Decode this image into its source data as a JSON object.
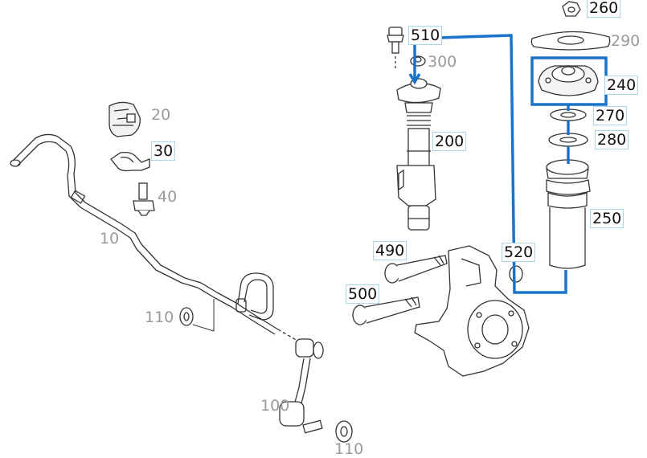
{
  "labels": {
    "p10": "10",
    "p20": "20",
    "p30": "30",
    "p40": "40",
    "p100": "100",
    "p110a": "110",
    "p110b": "110",
    "p200": "200",
    "p240": "240",
    "p250": "250",
    "p260": "260",
    "p270": "270",
    "p280": "280",
    "p290": "290",
    "p300": "300",
    "p490": "490",
    "p500": "500",
    "p510": "510",
    "p520": "520"
  },
  "colors": {
    "highlight": "#1a73c9",
    "label_box": "#a9d4ee",
    "part_line": "#333333",
    "muted_text": "#9a9a9a"
  }
}
